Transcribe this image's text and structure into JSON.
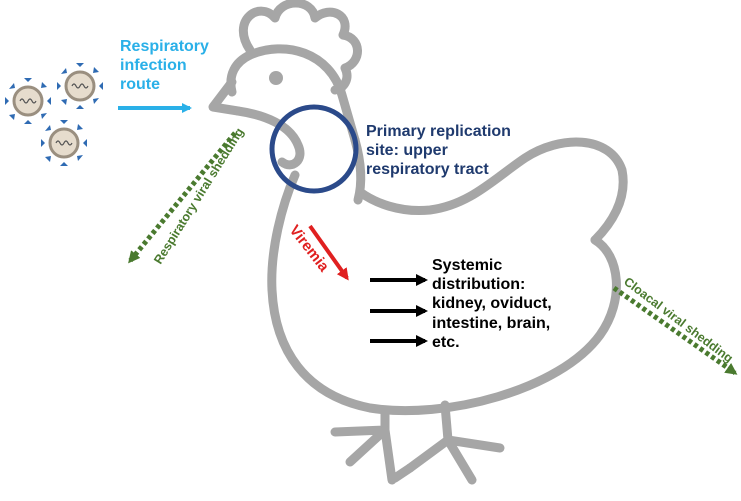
{
  "labels": {
    "respiratory_route": "Respiratory infection route",
    "primary_replication": "Primary replication site: upper respiratory tract",
    "respiratory_shedding": "Respiratory viral shedding",
    "viremia": "Viremia",
    "systemic": "Systemic distribution: kidney, oviduct, intestine, brain, etc.",
    "cloacal_shedding": "Cloacal viral shedding"
  },
  "colors": {
    "chicken_outline": "#a6a6a6",
    "respiratory_route": "#2ab0e8",
    "primary_site": "#2b4a8a",
    "shedding": "#4a7a2f",
    "viremia": "#e02020",
    "systemic_arrows": "#000000"
  },
  "icons": [
    "virus-particle-icon",
    "chicken-outline-icon"
  ]
}
